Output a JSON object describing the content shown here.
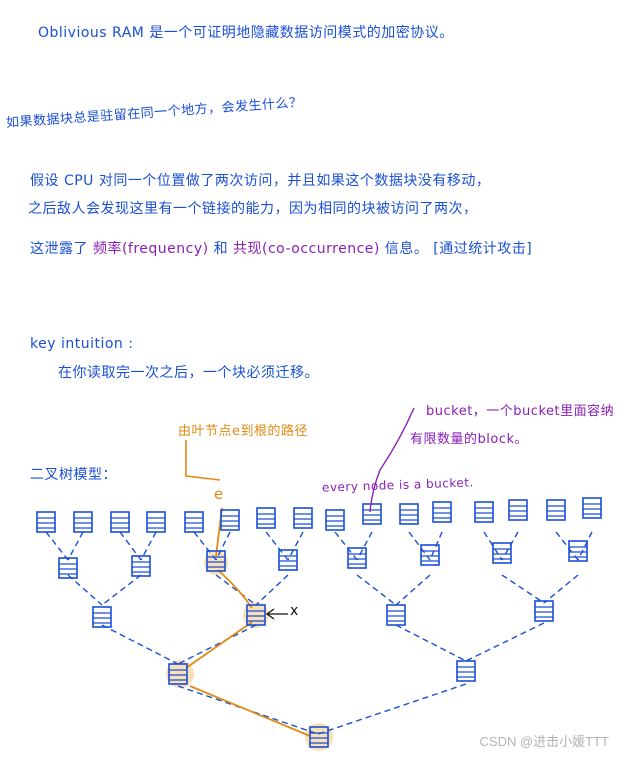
{
  "notes": {
    "line1": "Oblivious RAM 是一个可证明地隐藏数据访问模式的加密协议。",
    "question": "如果数据块总是驻留在同一个地方，会发生什么？",
    "line2": "假设 CPU 对同一个位置做了两次访问，并且如果这个数据块没有移动，",
    "line3": "之后敌人会发现这里有一个链接的能力，因为相同的块被访问了两次，",
    "line4_prefix": "这泄露了",
    "line4_freq": "频率(frequency)",
    "line4_and": "和",
    "line4_cooc": "共现(co-occurrence)",
    "line4_suffix": "信息。",
    "line4_bracket": "[通过统计攻击]",
    "key_title": "key intuition :",
    "key_body": "在你读取完一次之后，一个块必须迁移。",
    "tree_label": "二叉树模型："
  },
  "annotations": {
    "path_label": "由叶节点e到根的路径",
    "leaf_e": "e",
    "bucket_note_1": "bucket，一个bucket里面容纳",
    "bucket_note_2": "有限数量的block。",
    "every_node": "every node is a bucket.",
    "x_label": "x"
  },
  "colors": {
    "ink_blue": "#1a4fd6",
    "ink_purple": "#8a1fb5",
    "ink_orange": "#e08a12",
    "highlight": "#f6d9a8"
  },
  "watermark": "CSDN @进击小媛TTT"
}
